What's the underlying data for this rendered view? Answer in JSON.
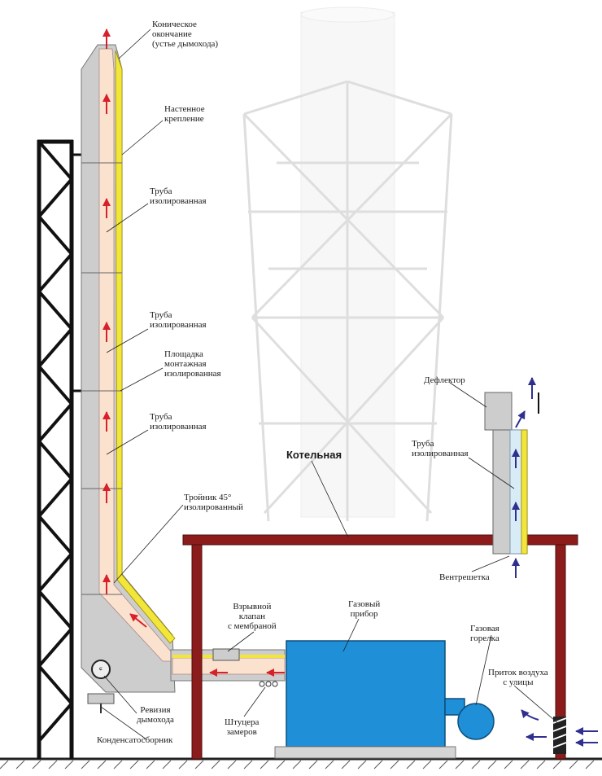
{
  "labels": {
    "conical_end": "Коническое\nокончание\n(устье дымохода)",
    "wall_mount": "Настенное\nкрепление",
    "pipe_insulated_1": "Труба\nизолированная",
    "pipe_insulated_2": "Труба\nизолированная",
    "mount_platform": "Площадка\nмонтажная\nизолированная",
    "pipe_insulated_3": "Труба\nизолированная",
    "tee_45": "Тройник 45°\nизолированный",
    "boiler_room": "Котельная",
    "deflector": "Дефлектор",
    "vent_pipe": "Труба\nизолированная",
    "vent_grille": "Вентрешетка",
    "explosion_valve": "Взрывной\nклапан\nс мембраной",
    "gas_appliance": "Газовый\nприбор",
    "gas_burner": "Газовая\nгорелка",
    "fresh_air": "Приток воздуха\nс улицы",
    "inspection": "Ревизия\nдымохода",
    "measure_fittings": "Штуцера\nзамеров",
    "condensate": "Конденсатосборник"
  },
  "colors": {
    "flue_gas": "#d8202a",
    "fresh_air": "#2f2f8f",
    "appliance": "#1f8fd8",
    "structure": "#8c1c1c",
    "insulation": "#f3e63a",
    "pipe_steel": "#cfcfcf",
    "pipe_inner": "#fbe2cf",
    "vent_inner": "#d8ecf8"
  }
}
